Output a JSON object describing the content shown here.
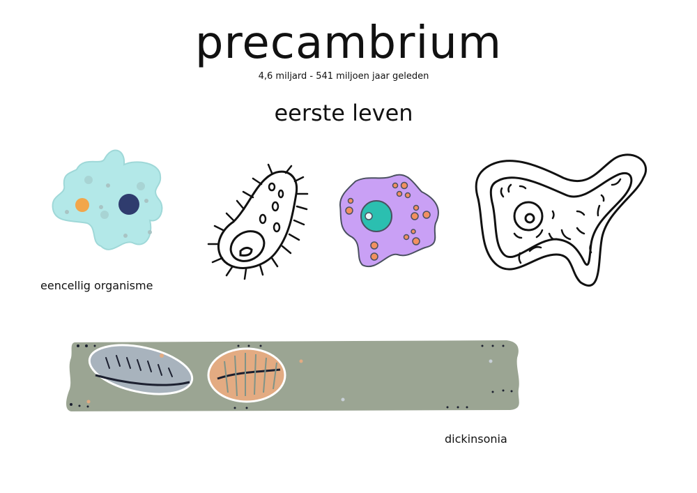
{
  "page": {
    "title": "precambrium",
    "subtitle": "4,6 miljard - 541 miljoen jaar geleden",
    "heading": "eerste leven"
  },
  "illustrations": [
    {
      "name": "amoeba-cyan",
      "label": "eencellig organisme",
      "colors": {
        "body": "#b3e8e8",
        "nucleus": "#2f3c6e",
        "vacuole": "#f2a64a"
      }
    },
    {
      "name": "bacterium-outline",
      "label": ""
    },
    {
      "name": "cell-purple",
      "label": "",
      "colors": {
        "body": "#c9a0f5",
        "nucleus": "#2bbfb0",
        "granules": "#f29060"
      }
    },
    {
      "name": "amoeba-outline",
      "label": ""
    }
  ],
  "fossil_strip": {
    "label": "dickinsonia",
    "colors": {
      "rock": "#9ba593",
      "fossil_grey": "#a8b3bd",
      "fossil_tan": "#e3ab82",
      "dark": "#1c2030"
    }
  }
}
